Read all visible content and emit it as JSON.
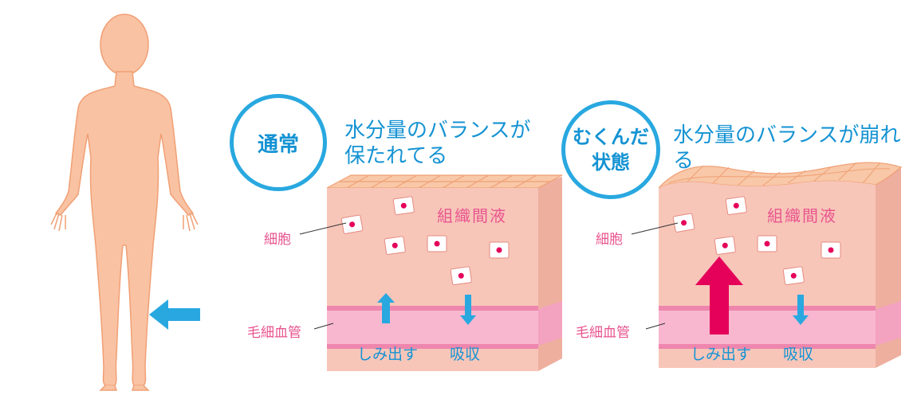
{
  "colors": {
    "accent_blue": "#29a8e0",
    "text_blue": "#1593d3",
    "label_pink": "#e9548e",
    "tissue": "#f7c6b9",
    "tissue_dark": "#eeaf9f",
    "capillary": "#f8b7cf",
    "up_arrow_strong": "#e5005a"
  },
  "normal": {
    "badge": "通常",
    "heading": "水分量のバランスが\n保たれてる",
    "cell_label": "細胞",
    "tissue_label": "組織間液",
    "capillary_label": "毛細血管",
    "out_label": "しみ出す",
    "absorb_label": "吸収"
  },
  "swollen": {
    "badge": "むくんだ\n状態",
    "heading": "水分量のバランスが崩れる",
    "cell_label": "細胞",
    "tissue_label": "組織間液",
    "capillary_label": "毛細血管",
    "out_label": "しみ出す",
    "absorb_label": "吸収"
  },
  "icons": {
    "figure": "human-silhouette-icon",
    "pointer": "left-arrow-icon"
  }
}
